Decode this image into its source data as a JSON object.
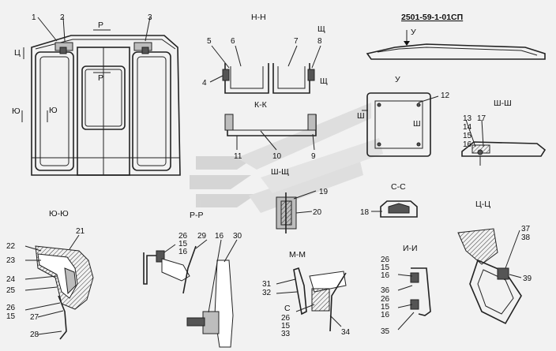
{
  "drawing_number": "2501-59-1-01СП",
  "views": {
    "main": {
      "labels": [
        "1",
        "2",
        "3"
      ],
      "section_marks": [
        "Р",
        "Р",
        "Ц",
        "Ю",
        "Ю"
      ]
    },
    "h_h": {
      "title": "Н-Н",
      "labels": [
        "5",
        "6",
        "7",
        "8",
        "4"
      ],
      "mark": "Щ"
    },
    "k_k": {
      "title": "К-К",
      "labels": [
        "11",
        "10",
        "9"
      ]
    },
    "u": {
      "title": "У",
      "arrow_label": "У",
      "labels": [
        "12"
      ],
      "mark": "Ш"
    },
    "sh_sh": {
      "title": "Ш-Ш",
      "labels": [
        "13",
        "14",
        "15",
        "16",
        "17"
      ]
    },
    "sh_shch": {
      "title": "Ш-Щ",
      "labels": [
        "19",
        "20"
      ]
    },
    "s_s": {
      "title": "С-С",
      "labels": [
        "18"
      ]
    },
    "ts_ts": {
      "title": "Ц-Ц",
      "labels": [
        "37",
        "38",
        "39"
      ]
    },
    "yu_yu": {
      "title": "Ю-Ю",
      "labels": [
        "21",
        "22",
        "23",
        "24",
        "25",
        "26",
        "15",
        "27",
        "28"
      ]
    },
    "r_r": {
      "title": "Р-Р",
      "labels": [
        "26",
        "15",
        "16",
        "29",
        "16",
        "30"
      ]
    },
    "m_m": {
      "title": "М-М",
      "labels": [
        "31",
        "32",
        "С",
        "26",
        "15",
        "33",
        "34"
      ]
    },
    "i_i": {
      "title": "И-И",
      "labels": [
        "26",
        "15",
        "16",
        "36",
        "26",
        "15",
        "16",
        "35"
      ]
    }
  }
}
